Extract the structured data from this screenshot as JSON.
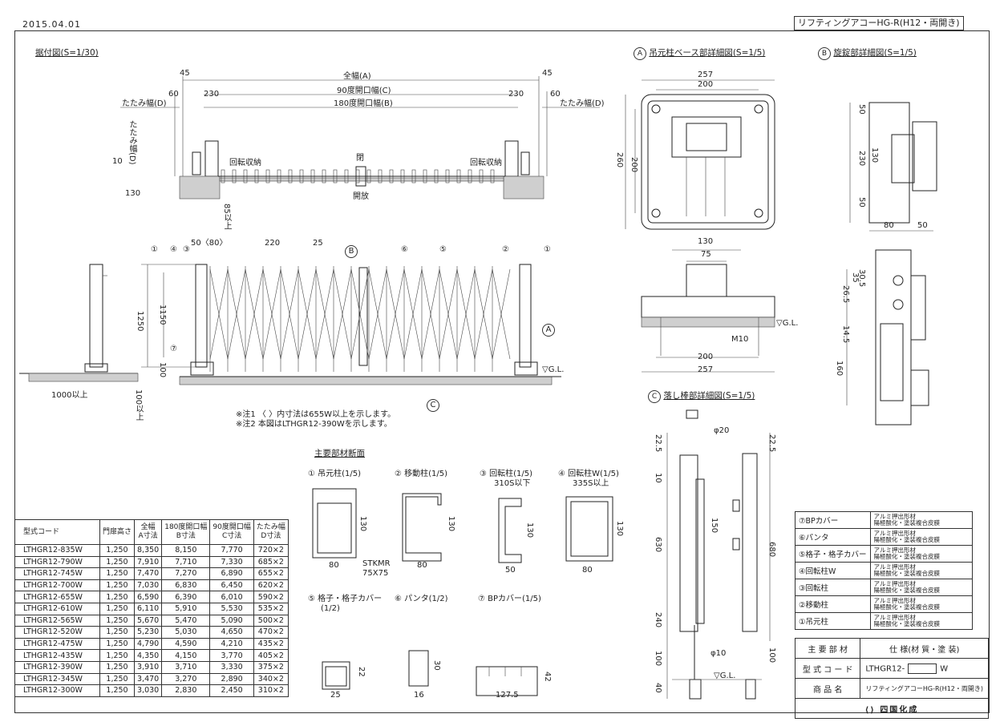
{
  "header": {
    "date": "2015.04.01",
    "product_title": "リフティングアコーHG-R(H12・両開き)"
  },
  "sections": {
    "layout_plan": "据付図(S=1/30)",
    "detail_a": "吊元柱ベース部詳細図(S=1/5)",
    "detail_b": "旋錠部詳細図(S=1/5)",
    "detail_c": "落し棒部詳細図(S=1/5)",
    "main_parts": "主要部材断面"
  },
  "labels": {
    "A": "A",
    "B": "B",
    "C": "C",
    "full_width": "全幅(A)",
    "open90": "90度開口幅(C)",
    "open180": "180度開口幅(B)",
    "fold_left": "たたみ幅(D)",
    "fold_right": "たたみ幅(D)",
    "fold_vert": "たたみ幅(D)",
    "rot_left": "回転収納",
    "rot_right": "回転収納",
    "closed": "閉",
    "open": "開放",
    "gl": "▽G.L.",
    "over1000": "1000以上",
    "over100": "100以上",
    "over85": "85以上",
    "m10": "M10",
    "phi20": "φ20",
    "phi10": "φ10",
    "note1": "※注1 〈 〉内寸法は655W以上を示します。",
    "note2": "※注2 本図はLTHGR12-390Wを示します。",
    "stkmr": "STKMR",
    "stkmr_size": "75X75"
  },
  "dims_plan": [
    "45",
    "60",
    "230",
    "230",
    "60",
    "45",
    "10",
    "130",
    "85以上",
    "50〈80〉",
    "220",
    "25",
    "1250",
    "1150",
    "100"
  ],
  "dims_a": [
    "257",
    "200",
    "260",
    "200",
    "130",
    "75",
    "200",
    "257"
  ],
  "dims_b": [
    "50",
    "130",
    "230",
    "50",
    "80",
    "50",
    "35",
    "30.5",
    "26.5",
    "14.5",
    "160"
  ],
  "dims_c": [
    "22.5",
    "10",
    "630",
    "240",
    "100",
    "40",
    "150",
    "680",
    "22.5",
    "100"
  ],
  "circle_nums": [
    "①",
    "②",
    "③",
    "④",
    "⑤",
    "⑥",
    "⑦"
  ],
  "sections_parts": [
    {
      "label": "① 吊元柱(1/5)",
      "w": "80",
      "h": "130"
    },
    {
      "label": "② 移動柱(1/5)",
      "w": "80",
      "h": "130"
    },
    {
      "label": "③ 回転柱(1/5)",
      "sub": "310S以下",
      "w": "50",
      "h": "130"
    },
    {
      "label": "④ 回転柱W(1/5)",
      "sub": "335S以上",
      "w": "80",
      "h": "130"
    },
    {
      "label": "⑤ 格子・格子カバー",
      "sub": "(1/2)",
      "w": "25",
      "h": "22"
    },
    {
      "label": "⑥ パンタ(1/2)",
      "w": "16",
      "h": "30"
    },
    {
      "label": "⑦ BPカバー(1/5)",
      "w": "127.5",
      "h": "42"
    }
  ],
  "spec_table": {
    "headers": [
      "型式コード",
      "門扉高さ",
      "全幅\nA寸法",
      "180度開口幅\nB寸法",
      "90度開口幅\nC寸法",
      "たたみ幅\nD寸法"
    ],
    "rows": [
      [
        "LTHGR12-835W",
        "1,250",
        "8,350",
        "8,150",
        "7,770",
        "720×2"
      ],
      [
        "LTHGR12-790W",
        "1,250",
        "7,910",
        "7,710",
        "7,330",
        "685×2"
      ],
      [
        "LTHGR12-745W",
        "1,250",
        "7,470",
        "7,270",
        "6,890",
        "655×2"
      ],
      [
        "LTHGR12-700W",
        "1,250",
        "7,030",
        "6,830",
        "6,450",
        "620×2"
      ],
      [
        "LTHGR12-655W",
        "1,250",
        "6,590",
        "6,390",
        "6,010",
        "590×2"
      ],
      [
        "LTHGR12-610W",
        "1,250",
        "6,110",
        "5,910",
        "5,530",
        "535×2"
      ],
      [
        "LTHGR12-565W",
        "1,250",
        "5,670",
        "5,470",
        "5,090",
        "500×2"
      ],
      [
        "LTHGR12-520W",
        "1,250",
        "5,230",
        "5,030",
        "4,650",
        "470×2"
      ],
      [
        "LTHGR12-475W",
        "1,250",
        "4,790",
        "4,590",
        "4,210",
        "435×2"
      ],
      [
        "LTHGR12-435W",
        "1,250",
        "4,350",
        "4,150",
        "3,770",
        "405×2"
      ],
      [
        "LTHGR12-390W",
        "1,250",
        "3,910",
        "3,710",
        "3,330",
        "375×2"
      ],
      [
        "LTHGR12-345W",
        "1,250",
        "3,470",
        "3,270",
        "2,890",
        "340×2"
      ],
      [
        "LTHGR12-300W",
        "1,250",
        "3,030",
        "2,830",
        "2,450",
        "310×2"
      ]
    ]
  },
  "parts_table": [
    {
      "num": "⑦",
      "name": "BPカバー",
      "mat": "アルミ押出形材\n陽極酸化・塗装複合皮膜"
    },
    {
      "num": "⑥",
      "name": "パンタ",
      "mat": "アルミ押出形材\n陽極酸化・塗装複合皮膜"
    },
    {
      "num": "⑤",
      "name": "格子・格子カバー",
      "mat": "アルミ押出形材\n陽極酸化・塗装複合皮膜"
    },
    {
      "num": "④",
      "name": "回転柱W",
      "mat": "アルミ押出形材\n陽極酸化・塗装複合皮膜"
    },
    {
      "num": "③",
      "name": "回転柱",
      "mat": "アルミ押出形材\n陽極酸化・塗装複合皮膜"
    },
    {
      "num": "②",
      "name": "移動柱",
      "mat": "アルミ押出形材\n陽極酸化・塗装複合皮膜"
    },
    {
      "num": "①",
      "name": "吊元柱",
      "mat": "アルミ押出形材\n陽極酸化・塗装複合皮膜"
    }
  ],
  "parts_footer": {
    "row1_a": "主 要 部 材",
    "row1_b": "仕 様(材 質・塗 装)",
    "row2_a": "型 式 コ ー ド",
    "row2_b": "LTHGR12-",
    "row2_c": "W",
    "row3_a": "商 品 名",
    "row3_b": "リフティングアコーHG-R(H12・両開き)",
    "logo": "四国化成"
  }
}
